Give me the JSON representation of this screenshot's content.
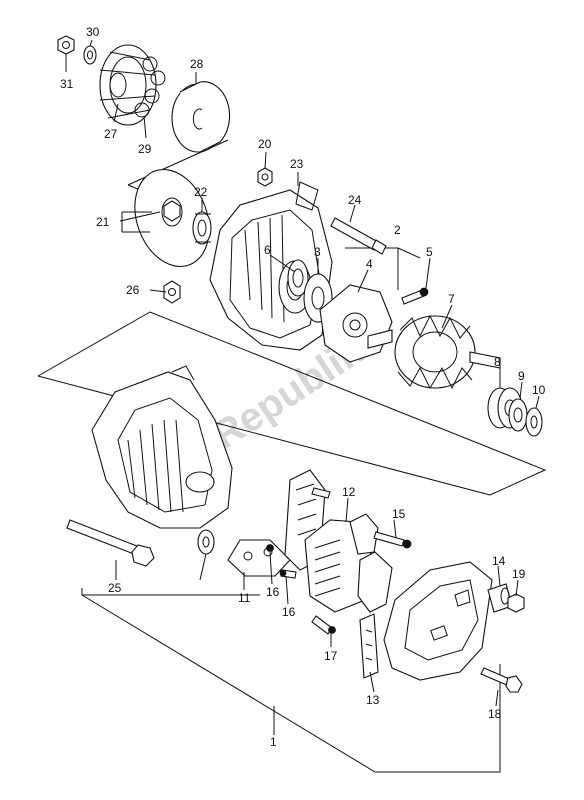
{
  "watermark": "PartsRepublik",
  "callouts": [
    {
      "id": "1",
      "text": "1"
    },
    {
      "id": "2",
      "text": "2"
    },
    {
      "id": "3",
      "text": "3"
    },
    {
      "id": "4",
      "text": "4"
    },
    {
      "id": "5",
      "text": "5"
    },
    {
      "id": "6",
      "text": "6"
    },
    {
      "id": "7",
      "text": "7"
    },
    {
      "id": "8",
      "text": "8"
    },
    {
      "id": "9",
      "text": "9"
    },
    {
      "id": "10",
      "text": "10"
    },
    {
      "id": "11",
      "text": "11"
    },
    {
      "id": "12",
      "text": "12"
    },
    {
      "id": "13",
      "text": "13"
    },
    {
      "id": "14",
      "text": "14"
    },
    {
      "id": "15",
      "text": "15"
    },
    {
      "id": "16a",
      "text": "16"
    },
    {
      "id": "16b",
      "text": "16"
    },
    {
      "id": "17",
      "text": "17"
    },
    {
      "id": "18",
      "text": "18"
    },
    {
      "id": "19",
      "text": "19"
    },
    {
      "id": "20",
      "text": "20"
    },
    {
      "id": "21",
      "text": "21"
    },
    {
      "id": "22",
      "text": "22"
    },
    {
      "id": "23",
      "text": "23"
    },
    {
      "id": "24",
      "text": "24"
    },
    {
      "id": "25",
      "text": "25"
    },
    {
      "id": "26",
      "text": "26"
    },
    {
      "id": "27",
      "text": "27"
    },
    {
      "id": "28",
      "text": "28"
    },
    {
      "id": "29",
      "text": "29"
    },
    {
      "id": "30",
      "text": "30"
    },
    {
      "id": "31",
      "text": "31"
    }
  ]
}
